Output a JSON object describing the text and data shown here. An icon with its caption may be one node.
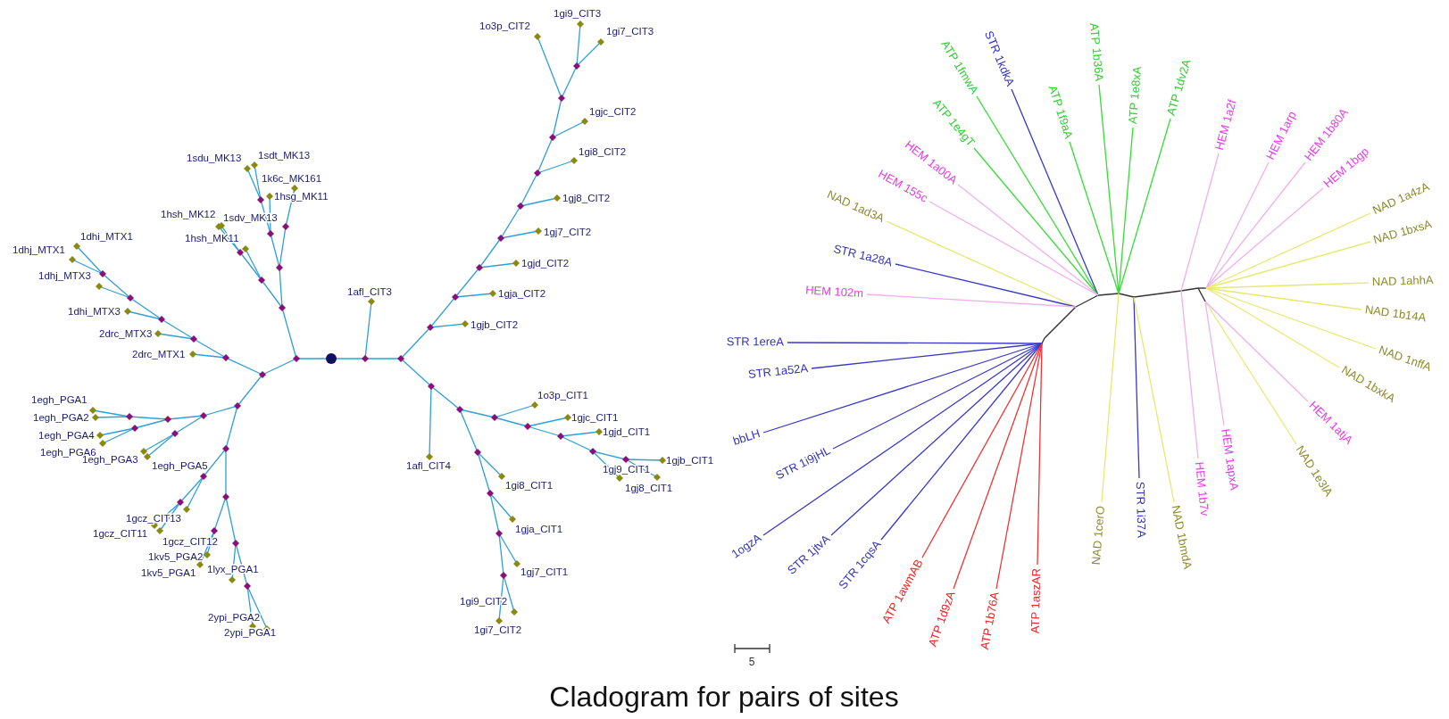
{
  "diagram": {
    "caption": "Cladogram for pairs of sites",
    "labels": [
      "1o3p_CIT2",
      "1gi9_CIT3",
      "1gi7_CIT3",
      "1gjc_CIT2",
      "1gi8_CIT2",
      "1gj8_CIT2",
      "1gj7_CIT2",
      "1gjd_CIT2",
      "1gja_CIT2",
      "1gjb_CIT2",
      "1sdu_MK13",
      "1sdt_MK13",
      "1k6c_MK161",
      "1hsg_MK11",
      "1hsh_MK12",
      "1sdv_MK13",
      "1dhi_MTX1",
      "1hsh_MK11",
      "1dhj_MTX1",
      "1dhj_MTX3",
      "1afl_CIT3",
      "1dhi_MTX3",
      "2drc_MTX3",
      "2drc_MTX1",
      "1egh_PGA1",
      "1egh_PGA2",
      "1egh_PGA4",
      "1egh_PGA6",
      "1egh_PGA3",
      "1egh_PGA5",
      "1afl_CIT4",
      "1o3p_CIT1",
      "1gjc_CIT1",
      "1gjd_CIT1",
      "1gjb_CIT1",
      "1gj9_CIT1",
      "1gi8_CIT1",
      "1gj8_CIT1",
      "1gcz_CIT13",
      "1gcz_CIT11",
      "1gcz_CIT12",
      "1gja_CIT1",
      "1kv5_PGA2",
      "1kv5_PGA1",
      "1lyx_PGA1",
      "1gj7_CIT1",
      "1gi9_CIT2",
      "2ypi_PGA2",
      "2ypi_PGA1",
      "1gi7_CIT2",
      "ATP 1fmwA",
      "STR 1kdkA",
      "ATP 1e4gT",
      "ATP 1f9aA",
      "ATP 1b36A",
      "ATP 1e8xA",
      "ATP 1dv2A",
      "HEM 1a00A",
      "HEM 155c",
      "NAD 1ad3A",
      "STR 1a28A",
      "HEM 102m",
      "HEM 1a2f",
      "HEM 1arp",
      "HEM 1b80A",
      "HEM 1bgp",
      "NAD 1a4zA",
      "NAD 1bxsA",
      "NAD 1ahhA",
      "NAD 1b14A",
      "NAD 1nffA",
      "NAD 1bxkA",
      "NAD 1cerO",
      "STR 1i37A",
      "NAD 1bmdA",
      "HEM 1b7v",
      "HEM 1apxA",
      "NAD 1e3lA",
      "HEM 1atjA",
      "STR 1ereA",
      "STR 1a52A",
      "bbLH",
      "STR 1i9jHL",
      "1ogzA",
      "STR 1jtvA",
      "STR 1cqsA",
      "ATP 1awmAB",
      "ATP 1d9zA",
      "ATP 1b76A",
      "ATP 1aszAR",
      "5"
    ]
  }
}
